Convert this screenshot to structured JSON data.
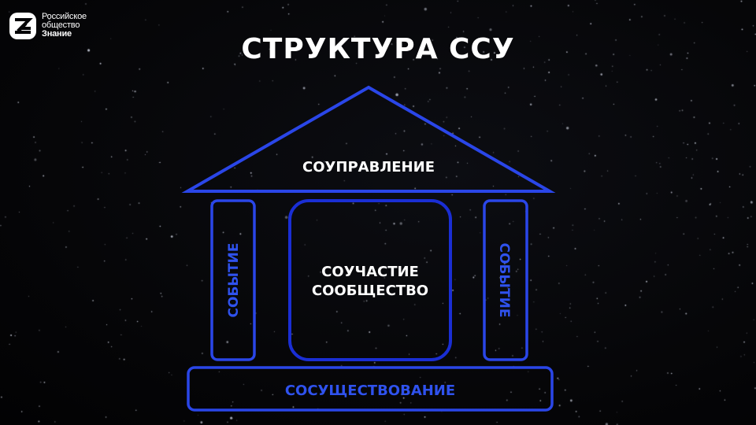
{
  "logo": {
    "line1": "Российское",
    "line2": "общество",
    "line3": "Знание"
  },
  "title": "СТРУКТУРА ССУ",
  "house": {
    "roof_label": "СОУПРАВЛЕНИЕ",
    "left_pillar_label": "СОБЫТИЕ",
    "right_pillar_label": "СОБЫТИЕ",
    "center_line1": "СОУЧАСТИЕ",
    "center_line2": "СООБЩЕСТВО",
    "base_label": "СОСУЩЕСТВОВАНИЕ"
  },
  "colors": {
    "outline_blue": "#2a46e8",
    "center_blue": "#1a2ed4",
    "label_blue": "#2f52ee",
    "background": "#050507"
  }
}
